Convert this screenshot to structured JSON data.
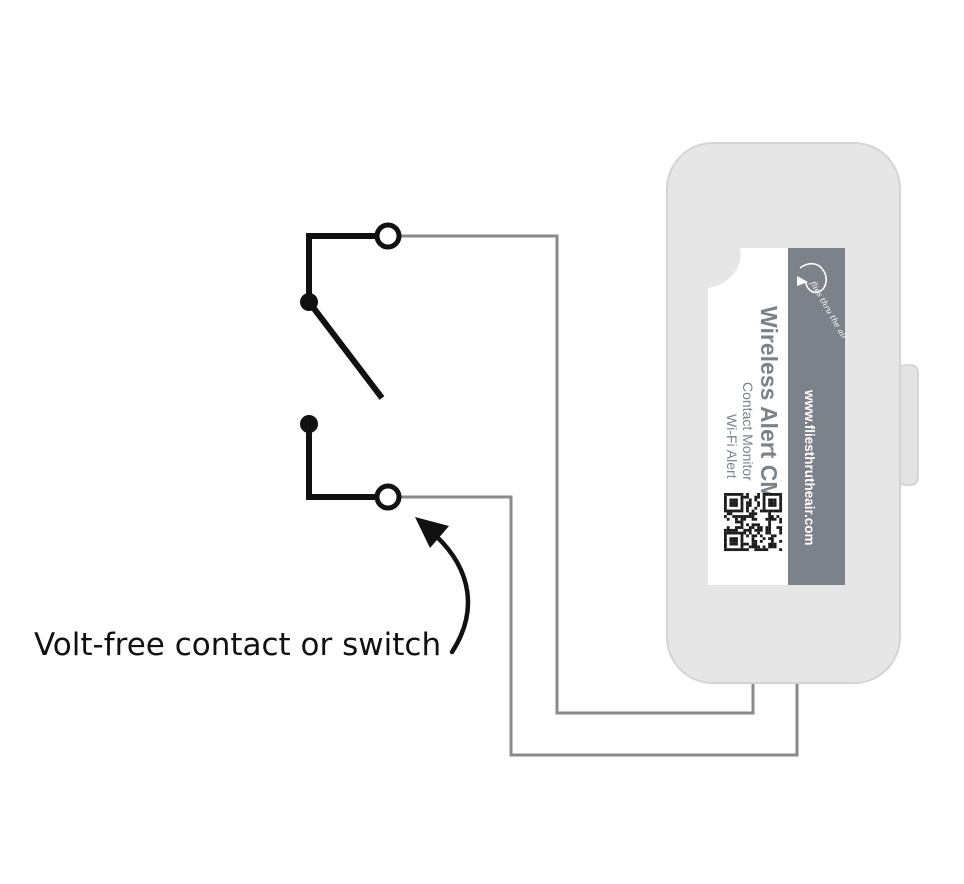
{
  "caption": "Volt-free contact or switch",
  "device": {
    "title": "Wireless Alert CM",
    "subtitle_1": "Contact Monitor",
    "subtitle_2": "Wi-Fi Alert",
    "website": "www.fliesthrutheair.com",
    "brand": "flies thru the air"
  },
  "colors": {
    "switch": "#111111",
    "wire": "#8a8a8a",
    "device_body": "#e6e6e6",
    "device_outline": "#d4d4d4",
    "label_band": "#7b8289",
    "label_bg": "#ffffff",
    "label_text": "#7b8289"
  },
  "icons": [
    "bird-logo-icon",
    "qr-code-icon",
    "arrow-icon"
  ]
}
